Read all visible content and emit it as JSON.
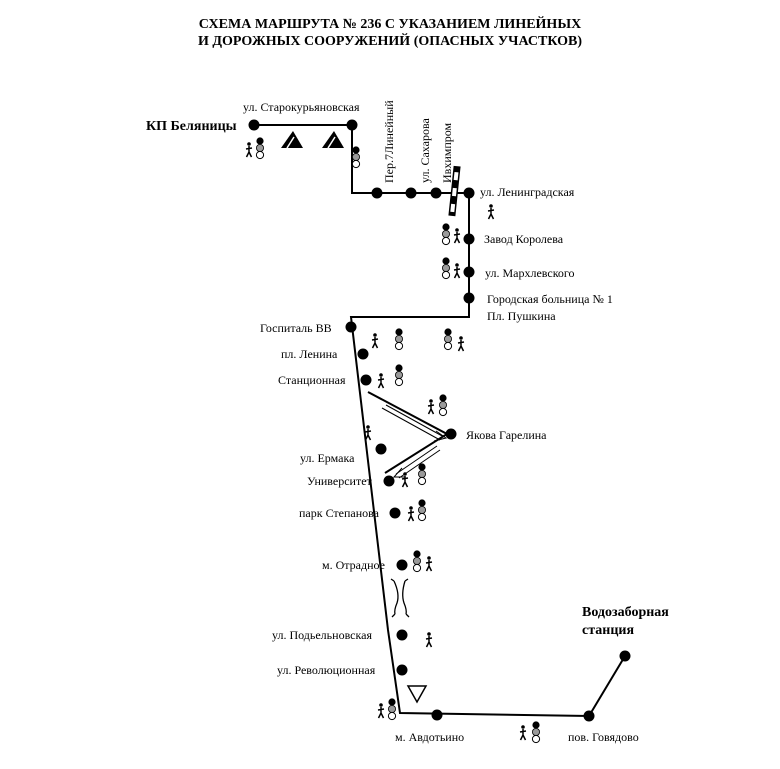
{
  "title": {
    "line1": "СХЕМА МАРШРУТА № 236 С УКАЗАНИЕМ ЛИНЕЙНЫХ",
    "line2": "И ДОРОЖНЫХ СООРУЖЕНИЙ (ОПАСНЫХ УЧАСТКОВ)"
  },
  "stops": {
    "kp_belyanitsy": "КП Беляницы",
    "starokuryanovskaya": "ул. Старокурьяновская",
    "per7lineyny": "Пер.7Линейный",
    "sakharova": "ул. Сахарова",
    "ivkhimprom": "Ивхимпром",
    "leningradskaya": "ул. Ленинградская",
    "zavod_koroleva": "Завод Королева",
    "markhlevskogo": "ул. Мархлевского",
    "bolnitsa": "Городская больница № 1",
    "pushkina": "Пл. Пушкина",
    "gospital": "Госпиталь ВВ",
    "lenina": "пл. Ленина",
    "stantsionnaya": "Станционная",
    "garelina": "Якова Гарелина",
    "ermaka": "ул. Ермака",
    "universitet": "Университет",
    "park_stepanova": "парк Степанова",
    "otradnoe": "м. Отрадное",
    "podyelnovskaya": "ул. Подьельновская",
    "revolyutsionnaya": "ул. Революционная",
    "avdotyino": "м. Авдотьино",
    "govyadovo": "пов. Говядово",
    "vodozabor1": "Водозаборная",
    "vodozabor2": "станция"
  }
}
